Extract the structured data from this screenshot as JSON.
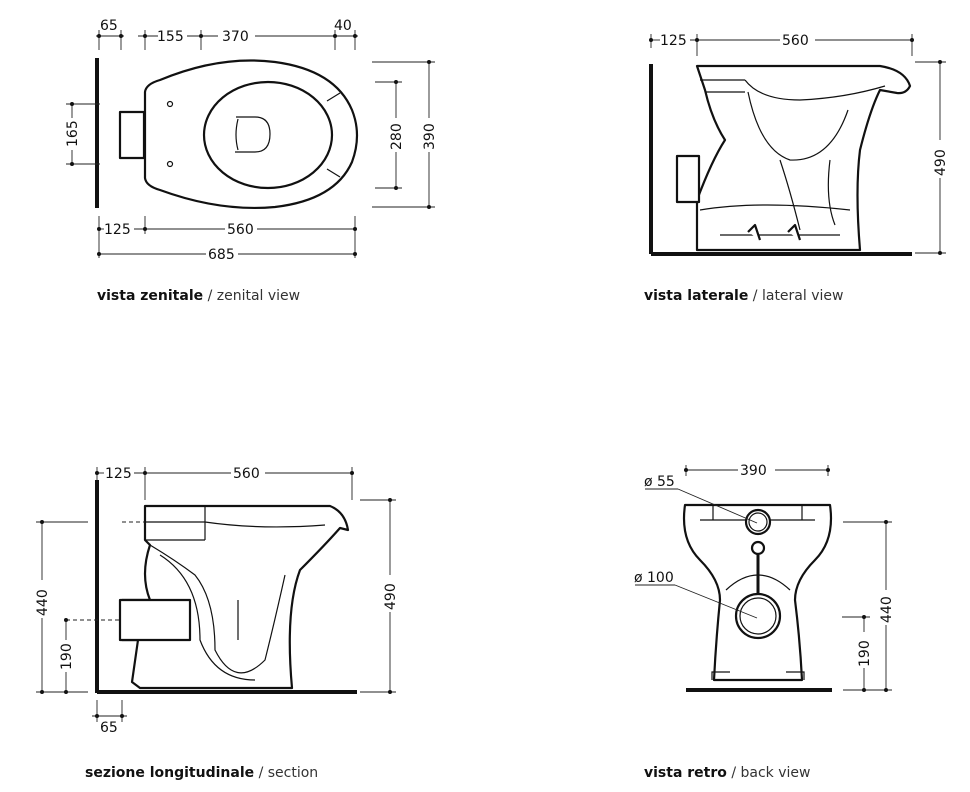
{
  "zenital": {
    "caption_bold": "vista zenitale",
    "caption_light": " / zenital view",
    "dims": {
      "d65": "65",
      "d155": "155",
      "d370": "370",
      "d40": "40",
      "d165": "165",
      "d280": "280",
      "d390": "390",
      "d125": "125",
      "d560": "560",
      "d685": "685"
    }
  },
  "lateral": {
    "caption_bold": "vista laterale",
    "caption_light": " / lateral view",
    "dims": {
      "d125": "125",
      "d560": "560",
      "d490": "490"
    }
  },
  "section": {
    "caption_bold": "sezione longitudinale",
    "caption_light": " / section",
    "dims": {
      "d125": "125",
      "d560": "560",
      "d440": "440",
      "d190": "190",
      "d490": "490",
      "d65": "65"
    }
  },
  "back": {
    "caption_bold": "vista retro",
    "caption_light": " / back view",
    "dims": {
      "d390": "390",
      "d55": "ø 55",
      "d100": "ø 100",
      "d440": "440",
      "d190": "190"
    }
  }
}
